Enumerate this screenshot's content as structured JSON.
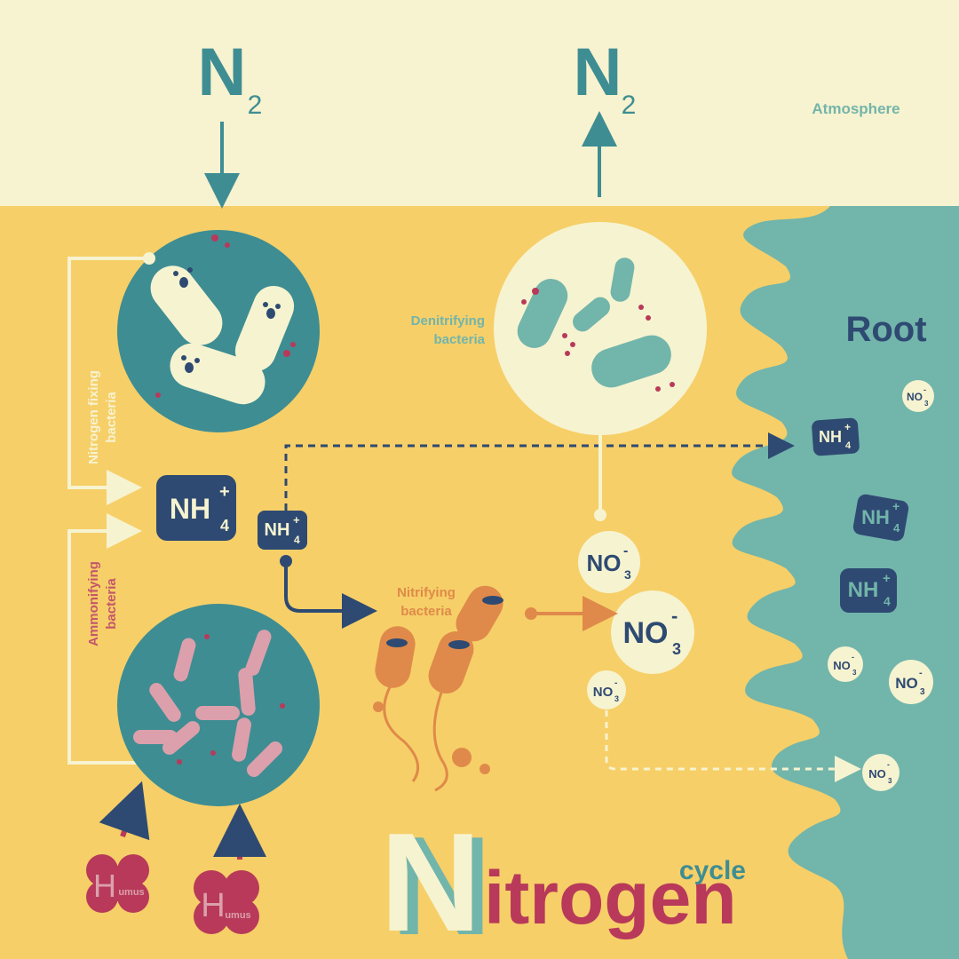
{
  "atmosphere": {
    "label": "Atmosphere"
  },
  "n2_in": {
    "symbol": "N",
    "subscript": "2"
  },
  "n2_out": {
    "symbol": "N",
    "subscript": "2"
  },
  "root": {
    "label": "Root"
  },
  "denitrifying": {
    "line1": "Denitrifying",
    "line2": "bacteria"
  },
  "nitrogen_fixing": {
    "line1": "Nitrogen fixing",
    "line2": "bacteria"
  },
  "ammonifying": {
    "line1": "Ammonifying",
    "line2": "bacteria"
  },
  "nitrifying": {
    "line1": "Nitrifying",
    "line2": "bacteria"
  },
  "ammonium": {
    "base": "NH",
    "subscript": "4",
    "superscript": "+"
  },
  "nitrate": {
    "base": "NO",
    "subscript": "3",
    "superscript": "-"
  },
  "humus": {
    "letter": "H",
    "rest": "umus"
  },
  "title": {
    "initial": "N",
    "rest": "itrogen",
    "cycle": "cycle"
  },
  "colors": {
    "atmosphere": "#f7f2cf",
    "soil": "#f6cf68",
    "root": "#72b5ab",
    "teal": "#3e8d93",
    "navy": "#2e4a72",
    "cream": "#f6f3d0",
    "orange": "#df8a4a",
    "crimson": "#b8395a",
    "pink": "#dba0ab",
    "red_text": "#c4566a"
  }
}
